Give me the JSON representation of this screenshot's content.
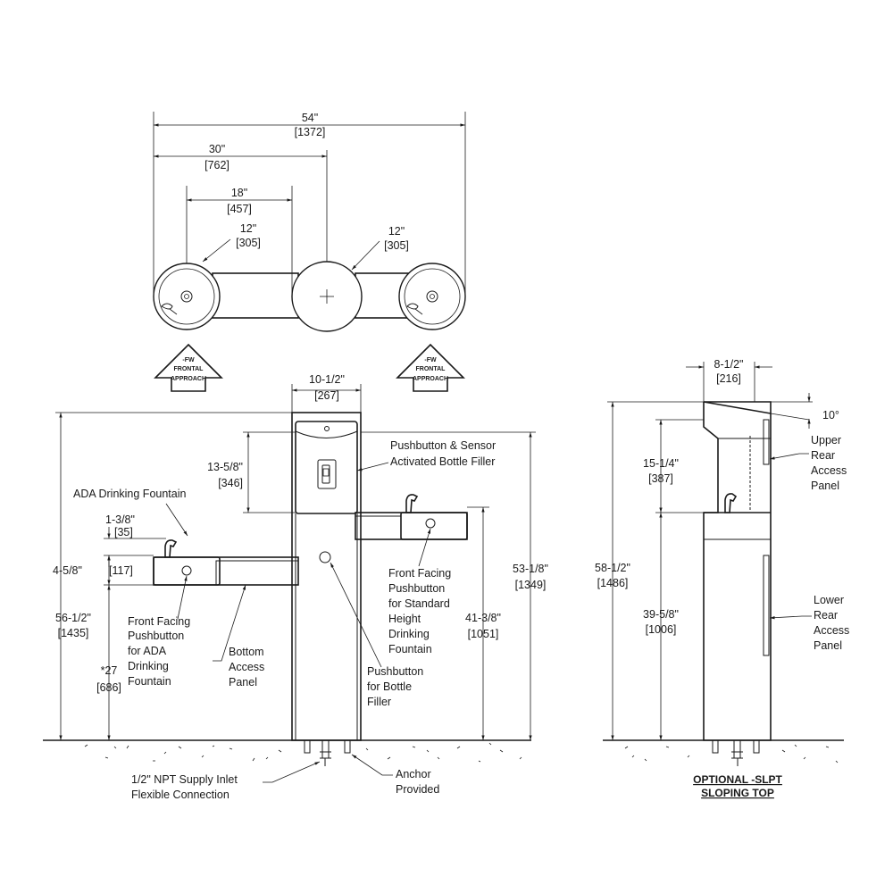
{
  "plan": {
    "overall_in": "54\"",
    "overall_mm": "[1372]",
    "center_in": "30\"",
    "center_mm": "[762]",
    "offset_in": "18\"",
    "offset_mm": "[457]",
    "left_dia_in": "12\"",
    "left_dia_mm": "[305]",
    "right_dia_in": "12\"",
    "right_dia_mm": "[305]",
    "approach_left": [
      "-FW",
      "FRONTAL",
      "APPROACH"
    ],
    "approach_right": [
      "-FW",
      "FRONTAL",
      "APPROACH"
    ]
  },
  "front": {
    "width_in": "10-1/2\"",
    "width_mm": "[267]",
    "filler_in": "13-5/8\"",
    "filler_mm": "[346]",
    "spout_in": "1-3/8\"",
    "spout_mm": "[35]",
    "bowl_in": "4-5/8\"",
    "bowl_mm": "[117]",
    "height_in": "56-1/2\"",
    "height_mm": "[1435]",
    "ada_in": "*27",
    "ada_mm": "[686]",
    "std_in": "41-3/8\"",
    "std_mm": "[1051]",
    "filler_h_in": "53-1/8\"",
    "filler_h_mm": "[1349]",
    "labels": {
      "bottle_filler": [
        "Pushbutton & Sensor",
        "Activated Bottle Filler"
      ],
      "ada_fountain": "ADA Drinking Fountain",
      "ada_button": [
        "Front Facing",
        "Pushbutton",
        "for ADA",
        "Drinking",
        "Fountain"
      ],
      "bottom_panel": [
        "Bottom",
        "Access",
        "Panel"
      ],
      "bottle_button": [
        "Pushbutton",
        "for Bottle",
        "Filler"
      ],
      "std_button": [
        "Front Facing",
        "Pushbutton",
        "for Standard",
        "Height",
        "Drinking",
        "Fountain"
      ],
      "supply": [
        "1/2\" NPT Supply Inlet",
        "Flexible Connection"
      ],
      "anchor": [
        "Anchor",
        "Provided"
      ]
    }
  },
  "side": {
    "top_in": "8-1/2\"",
    "top_mm": "[216]",
    "angle": "10°",
    "upper_in": "15-1/4\"",
    "upper_mm": "[387]",
    "lower_in": "39-5/8\"",
    "lower_mm": "[1006]",
    "height_in": "58-1/2\"",
    "height_mm": "[1486]",
    "upper_panel": [
      "Upper",
      "Rear",
      "Access",
      "Panel"
    ],
    "lower_panel": [
      "Lower",
      "Rear",
      "Access",
      "Panel"
    ],
    "title": [
      "OPTIONAL -SLPT",
      "SLOPING TOP"
    ]
  }
}
